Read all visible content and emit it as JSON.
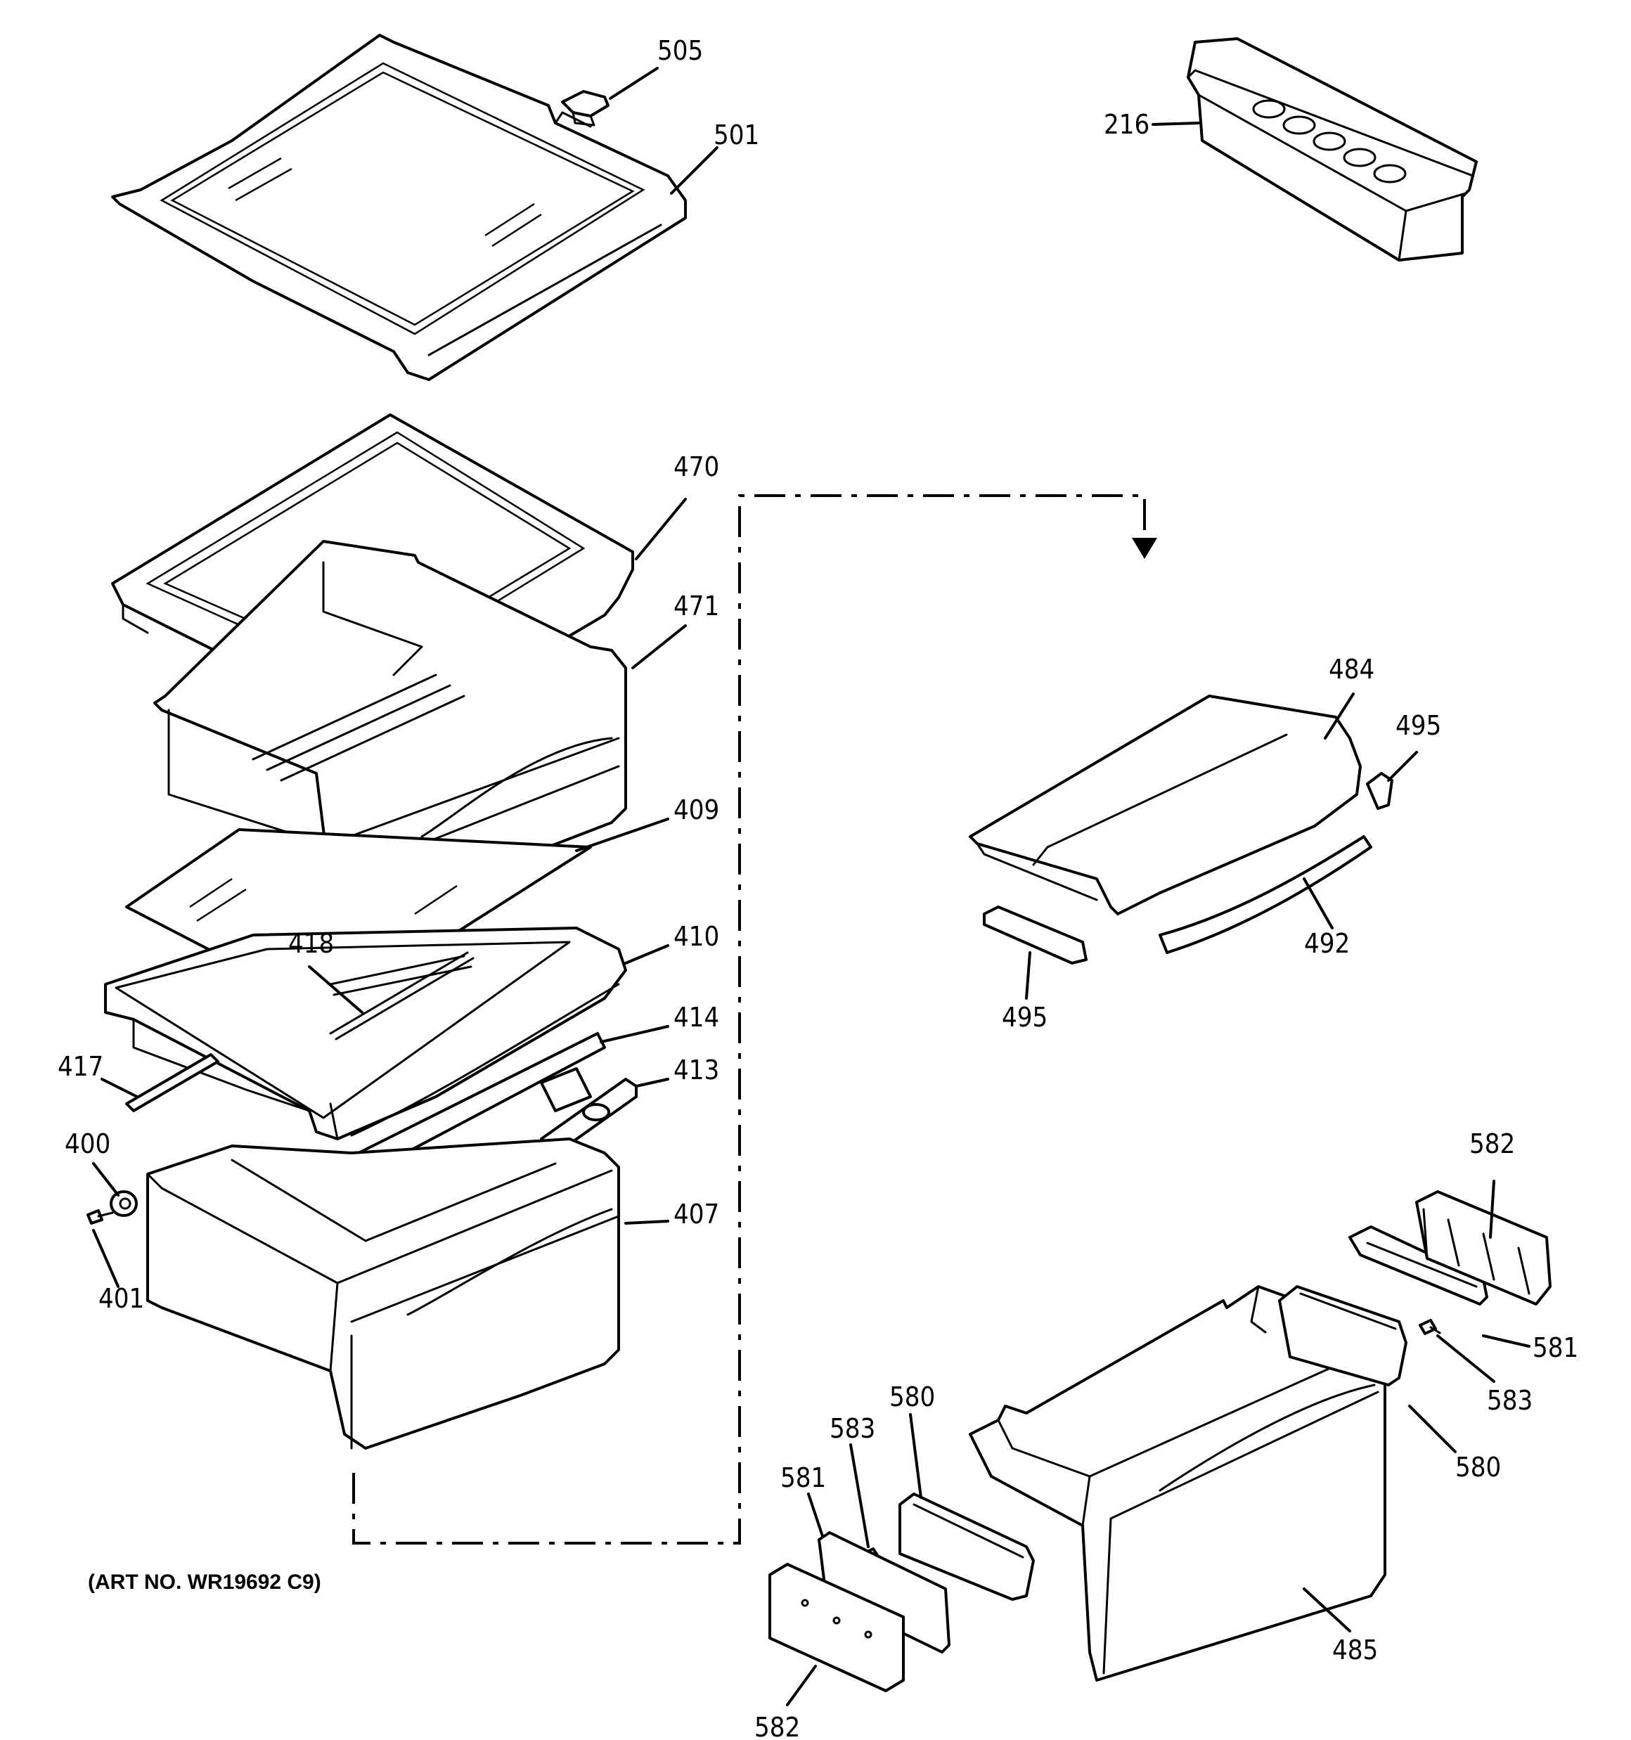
{
  "callouts": {
    "c505": "505",
    "c501": "501",
    "c216": "216",
    "c470": "470",
    "c471": "471",
    "c409": "409",
    "c418": "418",
    "c410": "410",
    "c414": "414",
    "c417": "417",
    "c413": "413",
    "c400": "400",
    "c401": "401",
    "c407": "407",
    "c484": "484",
    "c495a": "495",
    "c495b": "495",
    "c492": "492",
    "c582a": "582",
    "c581a": "581",
    "c583a": "583",
    "c580a": "580",
    "c580b": "580",
    "c583b": "583",
    "c581b": "581",
    "c582b": "582",
    "c485": "485"
  },
  "art_number": "(ART NO. WR19692 C9)"
}
